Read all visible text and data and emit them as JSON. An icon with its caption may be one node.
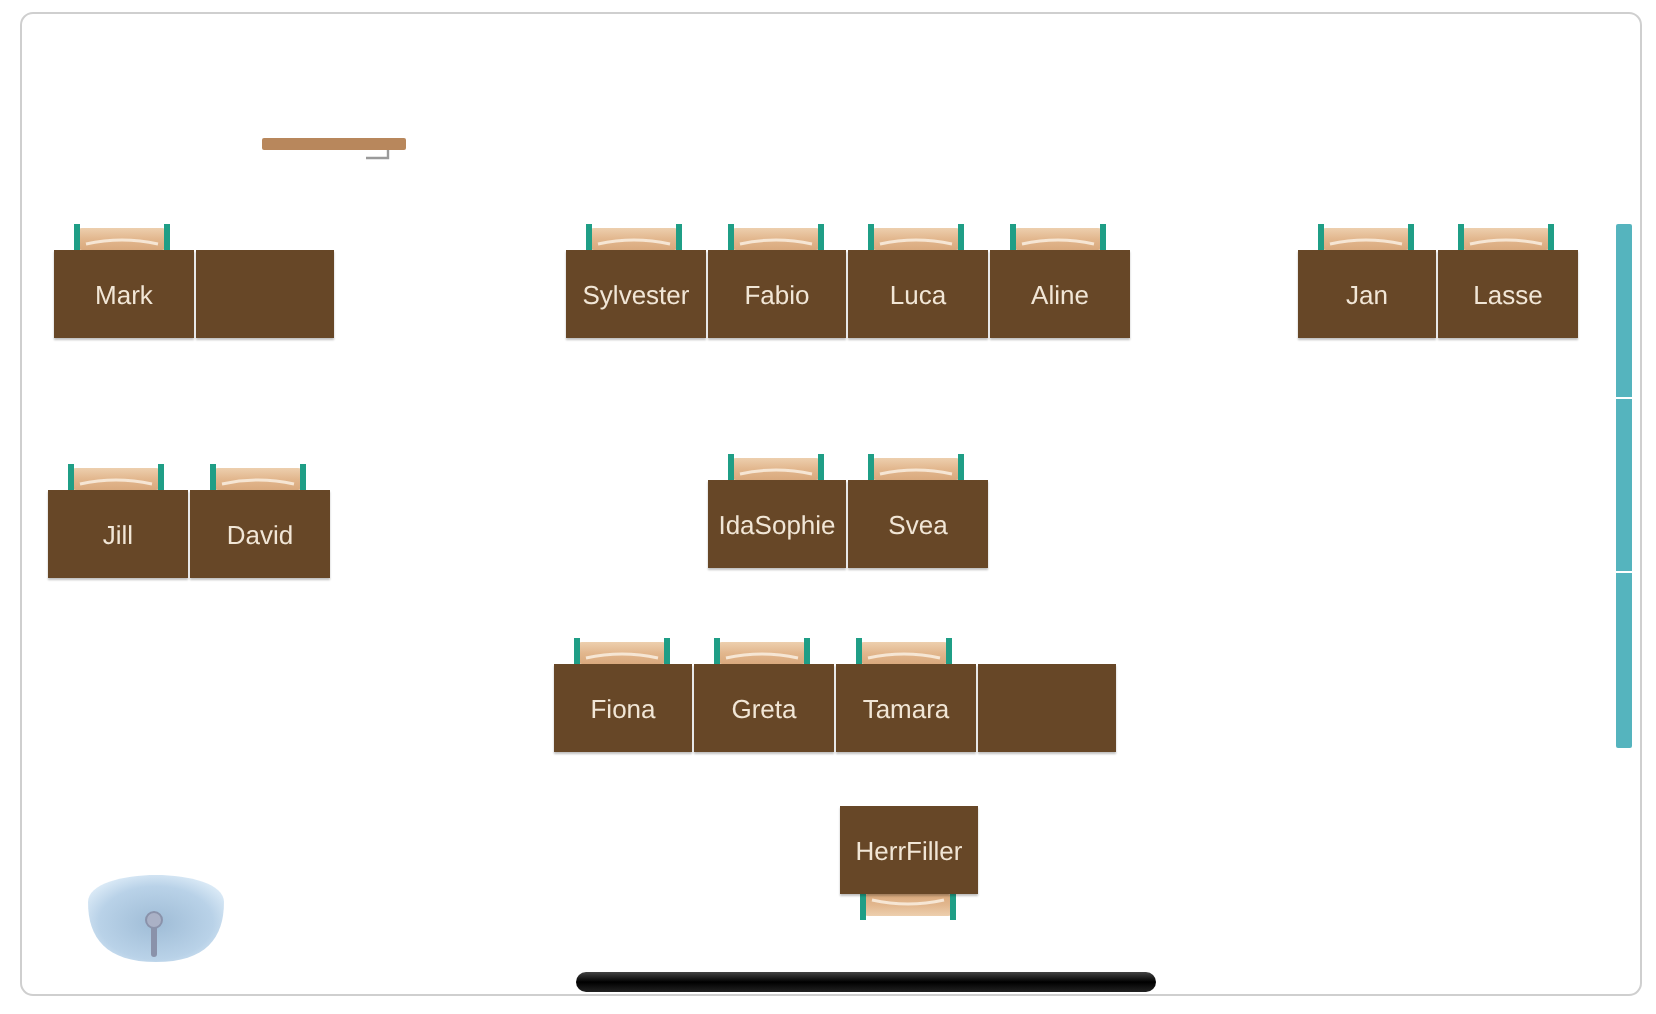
{
  "diagram": {
    "nodes": [
      {
        "text": [
          "Mark"
        ]
      },
      {
        "text": [],
        "shape": "box"
      },
      {
        "text": [
          "Sylvester"
        ]
      },
      {
        "text": [
          "Fabio"
        ]
      },
      {
        "text": [
          "Luca"
        ]
      },
      {
        "text": [
          "Aline"
        ]
      },
      {
        "text": [
          "Jan"
        ]
      },
      {
        "text": [
          "Lasse"
        ]
      },
      {
        "text": [
          "Jill"
        ]
      },
      {
        "text": [
          "David"
        ]
      },
      {
        "text": [
          "IdaSophie"
        ]
      },
      {
        "text": [
          "Svea"
        ]
      },
      {
        "text": [
          "Fiona"
        ]
      },
      {
        "text": [
          "Greta"
        ]
      },
      {
        "text": [
          "Tamara"
        ]
      },
      {
        "text": [],
        "shape": "box"
      },
      {
        "text": [
          "HerrFiller"
        ]
      }
    ]
  }
}
